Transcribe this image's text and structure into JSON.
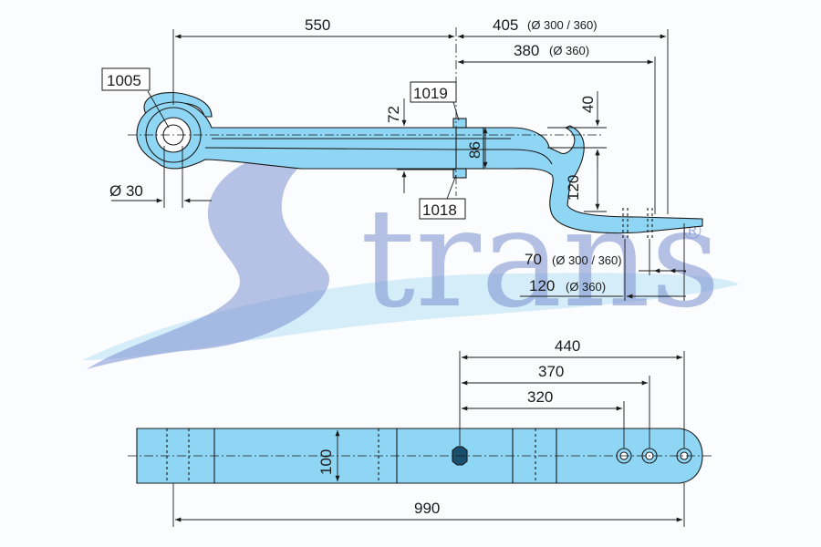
{
  "watermark": {
    "text": "trans",
    "registered": "®"
  },
  "side_view": {
    "top_dim_main": "550",
    "top_dim_405": "405",
    "top_dim_405_note": "(Ø 300 / 360)",
    "top_dim_380": "380",
    "top_dim_380_note": "(Ø 360)",
    "dim_72": "72",
    "dim_86": "86",
    "dim_40": "40",
    "dim_120v": "120",
    "dim_dia30": "Ø 30",
    "ref_1005": "1005",
    "ref_1019": "1019",
    "ref_1018": "1018",
    "dim_70": "70",
    "dim_70_note": "(Ø 300 / 360)",
    "dim_120h": "120",
    "dim_120h_note": "(Ø 360)"
  },
  "top_view": {
    "dim_440": "440",
    "dim_370": "370",
    "dim_320": "320",
    "dim_100": "100",
    "dim_990": "990"
  },
  "colors": {
    "part_fill": "#8fd6f4",
    "watermark": "#7b8fd1",
    "line": "#1a1a1a"
  }
}
